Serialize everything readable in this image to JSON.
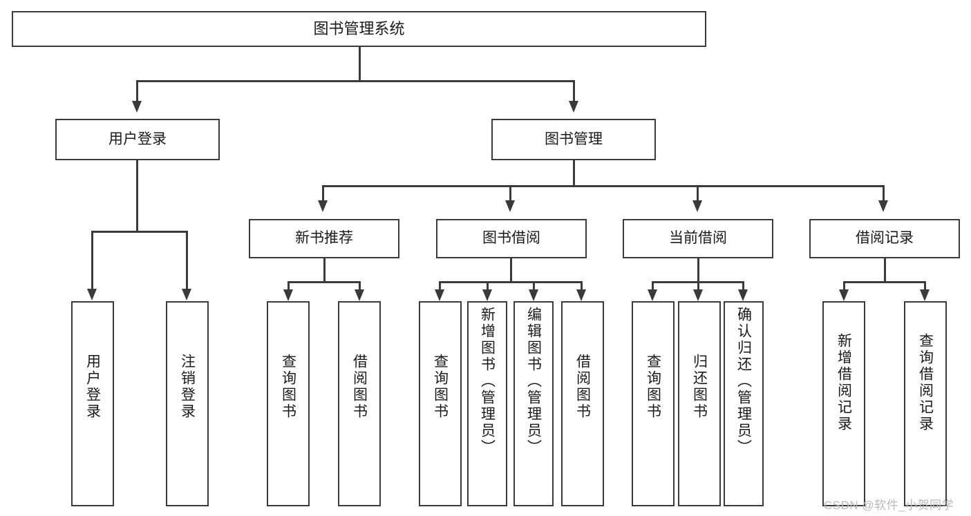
{
  "diagram": {
    "title": "图书管理系统",
    "type": "功能结构图",
    "root": {
      "label": "图书管理系统"
    },
    "level1": [
      {
        "label": "用户登录"
      },
      {
        "label": "图书管理"
      }
    ],
    "level2": [
      {
        "label": "新书推荐"
      },
      {
        "label": "图书借阅"
      },
      {
        "label": "当前借阅"
      },
      {
        "label": "借阅记录"
      }
    ],
    "leaves": {
      "user_login": [
        {
          "label": "用户登录"
        },
        {
          "label": "注销登录"
        }
      ],
      "new_book": [
        {
          "label": "查询图书"
        },
        {
          "label": "借阅图书"
        }
      ],
      "book_borrow": [
        {
          "label": "查询图书"
        },
        {
          "label": "新增图书（管理员）"
        },
        {
          "label": "编辑图书（管理员）"
        },
        {
          "label": "借阅图书"
        }
      ],
      "current_borrow": [
        {
          "label": "查询图书"
        },
        {
          "label": "归还图书"
        },
        {
          "label": "确认归还（管理员）"
        }
      ],
      "borrow_record": [
        {
          "label": "新增借阅记录"
        },
        {
          "label": "查询借阅记录"
        }
      ]
    }
  },
  "watermark": {
    "text": "CSDN @软件_小贺同学"
  },
  "colors": {
    "stroke": "#3a3a3a",
    "text": "#1a1a1a",
    "background": "#ffffff",
    "watermark": "#b9b9b9"
  }
}
